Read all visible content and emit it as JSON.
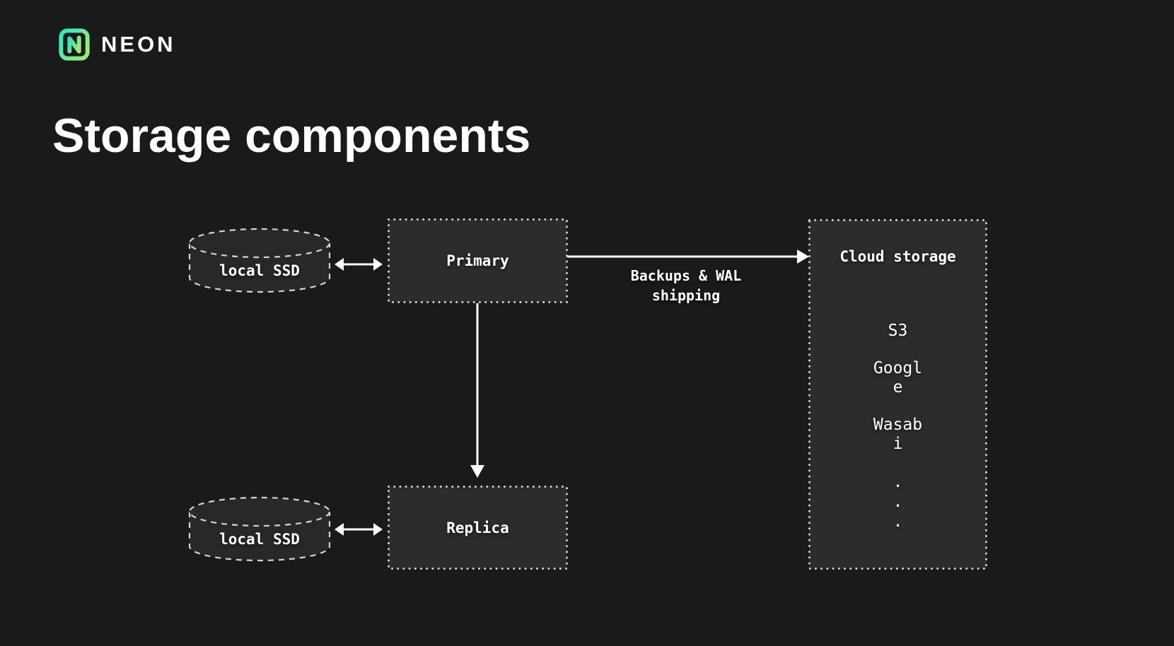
{
  "brand": {
    "wordmark": "NEON"
  },
  "title": "Storage components",
  "nodes": {
    "local_ssd_top": {
      "label": "local SSD"
    },
    "primary": {
      "label": "Primary"
    },
    "replica": {
      "label": "Replica"
    },
    "local_ssd_bottom": {
      "label": "local SSD"
    },
    "cloud_storage": {
      "title": "Cloud storage",
      "items": [
        "S3",
        "Googl\ne",
        "Wasab\ni",
        ".",
        ".",
        "."
      ]
    }
  },
  "edges": {
    "primary_to_cloud_label": "Backups & WAL\nshipping"
  },
  "colors": {
    "background": "#191a1c",
    "surface": "#2b2c2d",
    "cylinder_surface": "#27282a",
    "stroke": "#d4d4d4",
    "text": "#ffffff",
    "logo_gradient_start": "#2ce5c4",
    "logo_gradient_end": "#9ce878"
  }
}
